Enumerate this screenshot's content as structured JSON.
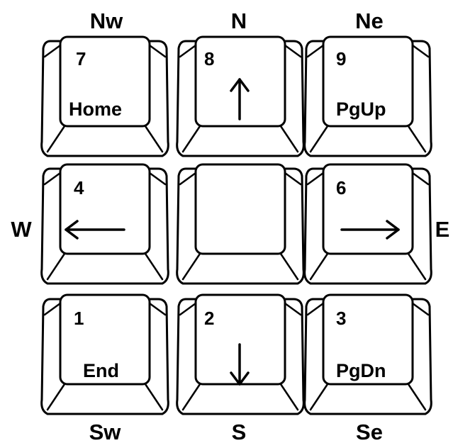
{
  "directions": {
    "nw": "Nw",
    "n": "N",
    "ne": "Ne",
    "w": "W",
    "e": "E",
    "sw": "Sw",
    "s": "S",
    "se": "Se"
  },
  "keys": {
    "k7": {
      "number": "7",
      "name": "Home"
    },
    "k8": {
      "number": "8",
      "icon": "arrow-up-icon"
    },
    "k9": {
      "number": "9",
      "name": "PgUp"
    },
    "k4": {
      "number": "4",
      "icon": "arrow-left-icon"
    },
    "k5": {
      "number": ""
    },
    "k6": {
      "number": "6",
      "icon": "arrow-right-icon"
    },
    "k1": {
      "number": "1",
      "name": "End"
    },
    "k2": {
      "number": "2",
      "icon": "arrow-down-icon"
    },
    "k3": {
      "number": "3",
      "name": "PgDn"
    }
  },
  "colors": {
    "ink": "#000000",
    "paper": "#ffffff"
  }
}
